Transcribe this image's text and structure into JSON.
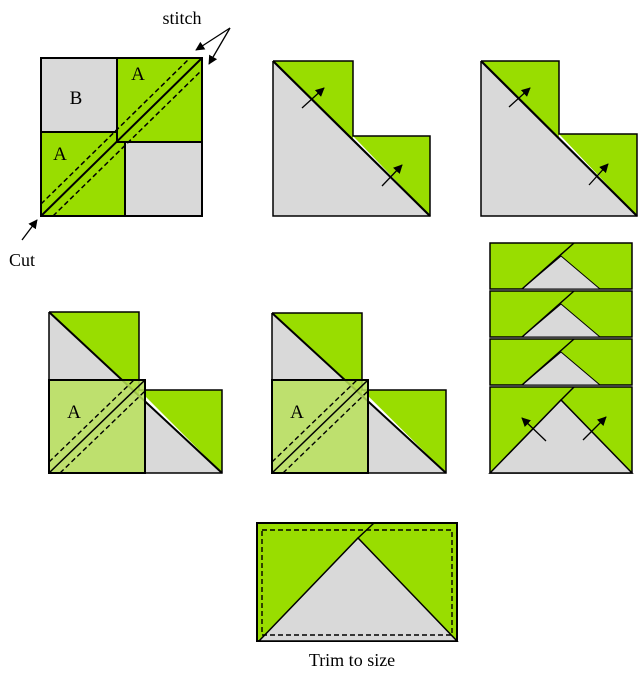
{
  "labels": {
    "stitch": "stitch",
    "cut": "Cut",
    "trim": "Trim to size",
    "a": "A",
    "b": "B"
  },
  "colors": {
    "green": "#99dd00",
    "light_green": "#b8e05a",
    "gray": "#d9d9d9",
    "stroke": "#000000"
  }
}
